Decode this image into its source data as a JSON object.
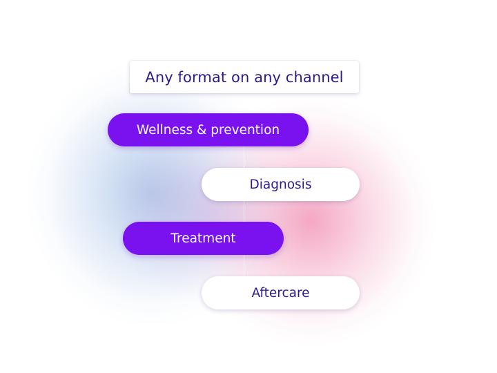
{
  "header": {
    "title": "Any format on any channel"
  },
  "steps": [
    {
      "label": "Wellness & prevention",
      "style": "filled"
    },
    {
      "label": "Diagnosis",
      "style": "outline"
    },
    {
      "label": "Treatment",
      "style": "filled"
    },
    {
      "label": "Aftercare",
      "style": "outline"
    }
  ],
  "colors": {
    "accent": "#7a12f0",
    "text_dark": "#2e1a8c",
    "glow_blue": "#a8c2e6",
    "glow_pink": "#f08aae"
  }
}
